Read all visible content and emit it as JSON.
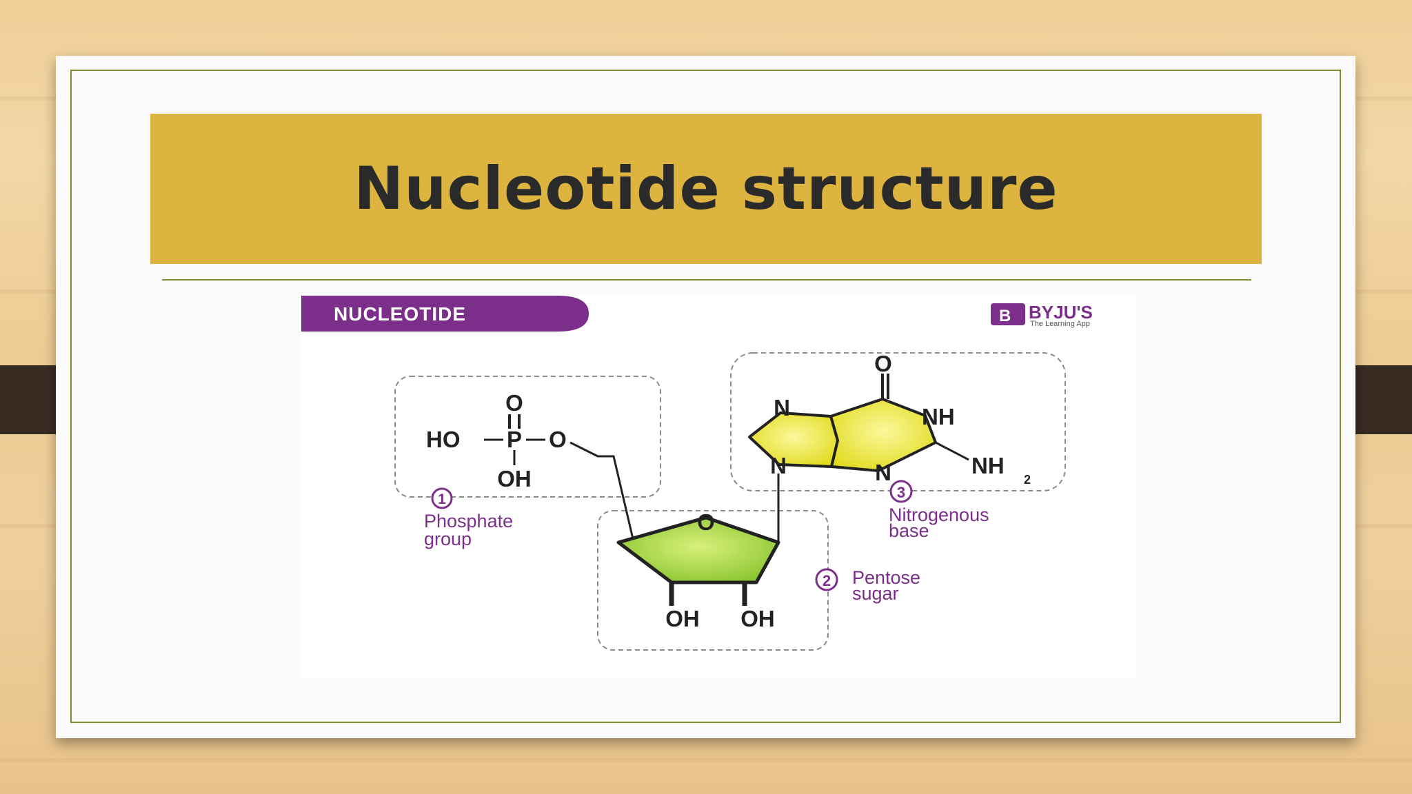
{
  "slide": {
    "title": "Nucleotide structure"
  },
  "figure": {
    "header": "NUCLEOTIDE",
    "brand": {
      "name": "BYJU'S",
      "tagline": "The Learning App"
    },
    "phosphate": {
      "atom_O_top": "O",
      "atom_P": "P",
      "atom_HO": "HO",
      "atom_O_link": "O",
      "atom_OH": "OH",
      "number": "1",
      "label_line1": "Phosphate",
      "label_line2": "group"
    },
    "sugar": {
      "ring_O": "O",
      "oh_left": "OH",
      "oh_right": "OH",
      "number": "2",
      "label_line1": "Pentose",
      "label_line2": "sugar"
    },
    "base": {
      "atom_O": "O",
      "atom_N7": "N",
      "atom_NH": "NH",
      "atom_N9": "N",
      "atom_N3": "N",
      "atom_NH2": "NH",
      "sub_2": "2",
      "number": "3",
      "label_line1": "Nitrogenous",
      "label_line2": "base"
    },
    "colors": {
      "header_bg": "#7b2f8a",
      "label_text": "#7b2f8a",
      "sugar_fill": "#9fd43c",
      "base_fill": "#eeea2a",
      "bond": "#222222"
    }
  }
}
